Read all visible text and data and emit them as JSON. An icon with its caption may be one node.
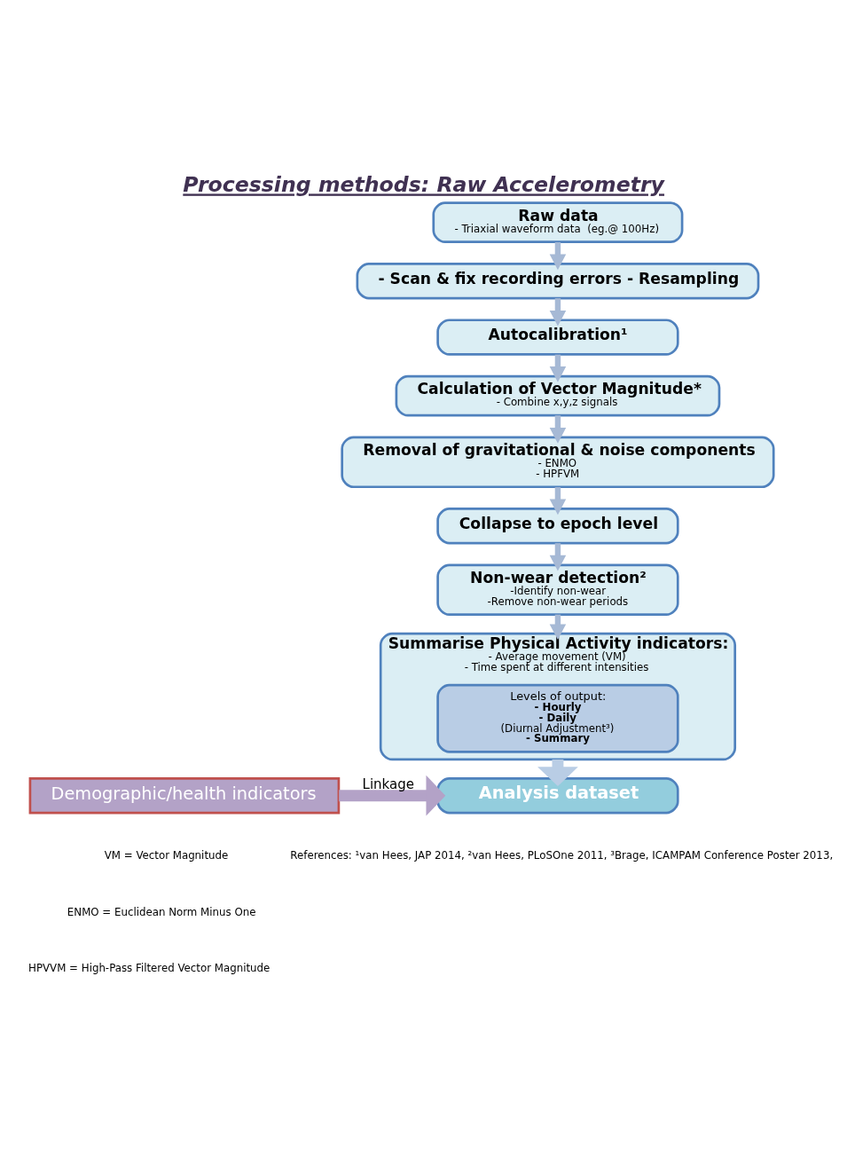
{
  "diagram": {
    "title": "Processing methods: Raw Accelerometry",
    "nodes": [
      {
        "text": [
          "Raw data",
          "- Triaxial waveform data  (eg.@ 100Hz)"
        ]
      },
      {
        "text": [
          "- Scan & fix recording errors - Resampling"
        ]
      },
      {
        "text": [
          "Autocalibration¹"
        ]
      },
      {
        "text": [
          "Calculation of Vector Magnitude*",
          "- Combine x,y,z signals"
        ]
      },
      {
        "text": [
          "Removal of gravitational & noise components",
          "- ENMO",
          "- HPFVM"
        ]
      },
      {
        "text": [
          "Collapse to epoch level"
        ]
      },
      {
        "text": [
          "Non-wear detection²",
          "-Identify non-wear",
          "-Remove non-wear periods"
        ]
      },
      {
        "text": [
          "Summarise Physical Activity indicators:",
          "- Average movement (VM)",
          "- Time spent at different intensities"
        ]
      },
      {
        "text": [
          "Levels of output:",
          "- Hourly",
          "- Daily",
          "(Diurnal Adjustment³)",
          "- Summary"
        ],
        "in": 7
      },
      {
        "text": [
          "Demographic/health indicators"
        ]
      },
      {
        "text": [
          "Analysis dataset"
        ]
      }
    ],
    "edges": [
      {
        "from": 0,
        "to": 1,
        "arrow": "to"
      },
      {
        "from": 1,
        "to": 2,
        "arrow": "to"
      },
      {
        "from": 2,
        "to": 3,
        "arrow": "to"
      },
      {
        "from": 3,
        "to": 4,
        "arrow": "to"
      },
      {
        "from": 4,
        "to": 5,
        "arrow": "to"
      },
      {
        "from": 5,
        "to": 6,
        "arrow": "to"
      },
      {
        "from": 6,
        "to": 7,
        "arrow": "to"
      },
      {
        "from": 7,
        "to": 10,
        "arrow": "to",
        "style": "thick",
        "color": "#b9cde5"
      },
      {
        "from": 9,
        "to": 10,
        "label": "Linkage",
        "arrow": "to",
        "style": "thick",
        "color": "#b3a2c7"
      }
    ],
    "labels": [
      "VM = Vector Magnitude",
      "ENMO = Euclidean Norm Minus One",
      "HPVVM = High-Pass Filtered Vector Magnitude",
      "References: ¹van Hees, JAP 2014, ²van Hees, PLoSOne 2011, ³Brage, ICAMPAM Conference Poster 2013,"
    ]
  }
}
